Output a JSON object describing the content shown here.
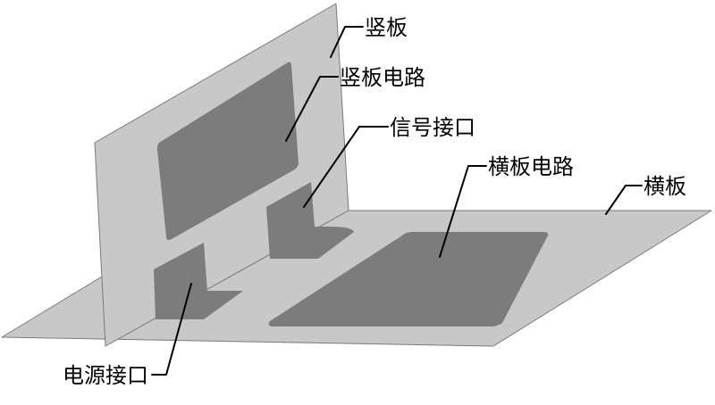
{
  "labels": {
    "vertical_board": "竖板",
    "vertical_circuit": "竖板电路",
    "signal_interface": "信号接口",
    "horizontal_circuit": "横板电路",
    "horizontal_board": "横板",
    "power_interface": "电源接口"
  },
  "colors": {
    "board_fill": "#c8c8c8",
    "board_edge": "#7a7a7a",
    "circuit_fill": "#7c7c7c",
    "leader_line": "#000000",
    "background": "#ffffff"
  }
}
